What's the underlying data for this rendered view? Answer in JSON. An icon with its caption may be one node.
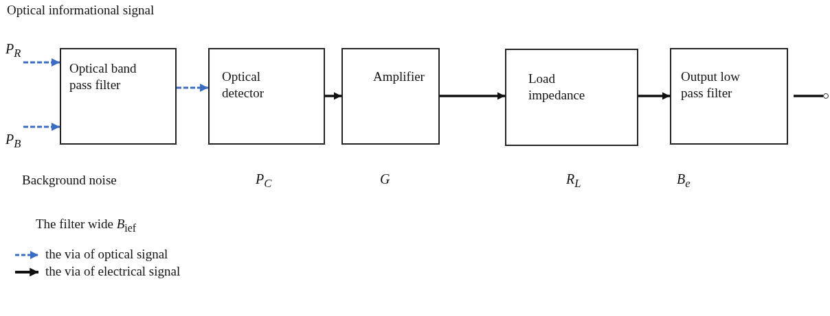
{
  "diagram": {
    "nodes": [
      {
        "text": [
          "P$_{R}$"
        ],
        "beside": [
          "Optical informational signal"
        ]
      },
      {
        "text": [
          "P$_{B}$"
        ],
        "beside": [
          "Background noise"
        ]
      },
      {
        "text": [
          "Optical band pass filter"
        ]
      },
      {
        "text": [
          "Optical detector"
        ],
        "beside": [
          "P$_{C}$"
        ]
      },
      {
        "text": [
          "Amplifier"
        ],
        "beside": [
          "G"
        ]
      },
      {
        "text": [
          "Load impedance"
        ],
        "beside": [
          "R$_{L}$"
        ]
      },
      {
        "text": [
          "Output low pass filter"
        ],
        "beside": [
          "B$_{e}$"
        ]
      },
      {
        "text": [],
        "shape": "circle"
      }
    ],
    "edges": [
      {
        "from": 0,
        "to": 2,
        "arrow": "to",
        "style": "dashed",
        "color": "#3b6cc4"
      },
      {
        "from": 1,
        "to": 2,
        "arrow": "to",
        "style": "dashed",
        "color": "#3b6cc4"
      },
      {
        "from": 2,
        "to": 3,
        "arrow": "to",
        "style": "dashed",
        "color": "#3b6cc4"
      },
      {
        "from": 3,
        "to": 4,
        "arrow": "to"
      },
      {
        "from": 4,
        "to": 5,
        "arrow": "to"
      },
      {
        "from": 5,
        "to": 6,
        "arrow": "to"
      },
      {
        "from": 6,
        "to": 7,
        "arrow": "none"
      }
    ],
    "labels": [
      "The filter wide *B*$_{ief}$"
    ],
    "legend": [
      {
        "text": "the via of optical signal"
      },
      {
        "text": "the via of electrical signal"
      }
    ]
  }
}
